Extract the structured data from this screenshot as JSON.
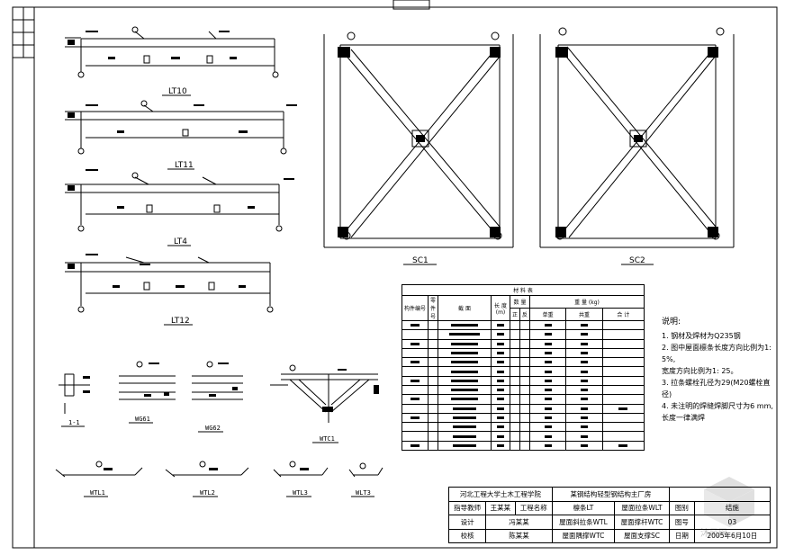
{
  "drawings": {
    "LT10": "LT10",
    "LT11": "LT11",
    "LT4": "LT4",
    "LT12": "LT12",
    "SC1": "SC1",
    "SC2": "SC2",
    "WG61": "WG61",
    "WG62": "WG62",
    "WTC1": "WTC1",
    "WTL1": "WTL1",
    "WTL2": "WTL2",
    "WTL3": "WTL3",
    "WLT3": "WLT3",
    "section": "1-1"
  },
  "material_table": {
    "title": "材 料 表",
    "headers": [
      "构件编号",
      "零件号",
      "截 面",
      "长 度 (m)",
      "数 量",
      "重 量 (kg)"
    ],
    "sub_headers": [
      "正",
      "反",
      "单重",
      "共重",
      "合 计"
    ]
  },
  "notes": {
    "title": "说明:",
    "lines": [
      "1. 钢材及焊材为Q235钢",
      "2. 图中屋面檩条长度方向比例为1: 5%,",
      "宽度方向比例为1: 25。",
      "3. 拉条螺栓孔径为29(M20螺栓直径)",
      "4. 未注明的焊缝焊脚尺寸为6 mm,",
      "长度一律满焊"
    ]
  },
  "title_block": {
    "school": "河北工程大学土木工程学院",
    "project": "某钢结构轻型钢结构主厂房",
    "row1": [
      "指导教师",
      "王某某",
      "工程名称"
    ],
    "row2": [
      "设计",
      "冯某某"
    ],
    "row3": [
      "校核",
      "陈某某"
    ],
    "items": [
      "檩条LT",
      "屋面拉条WLT",
      "屋面斜拉条WTL",
      "屋面撑杆WTC",
      "屋面隅撑WTC",
      "屋面支撑SC"
    ],
    "drawing_label": "图别",
    "drawing_value": "结施",
    "number_label": "图号",
    "number_value": "03",
    "date_label": "日期",
    "date_value": "2005年6月10日"
  },
  "watermark": "沐风网"
}
